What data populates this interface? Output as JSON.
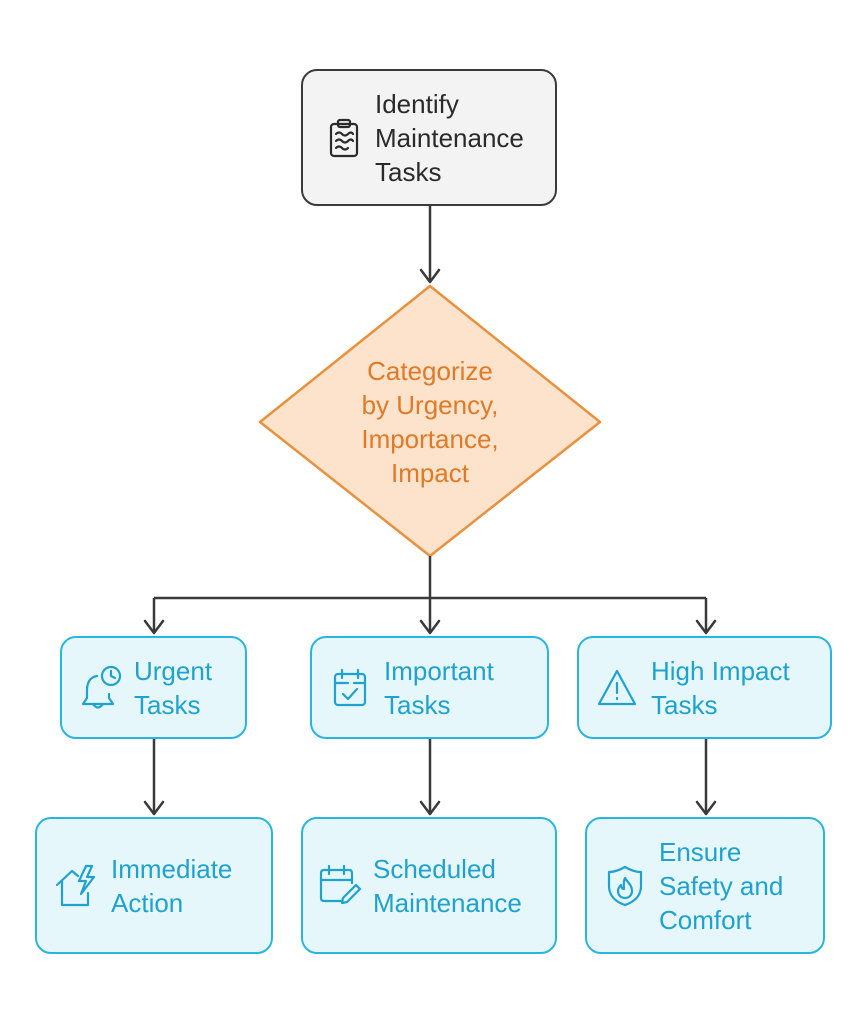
{
  "colors": {
    "gray_fill": "#f3f3f3",
    "gray_stroke": "#3a3a3a",
    "blue_fill": "#e6f7fc",
    "blue_stroke": "#29b5e0",
    "blue_text": "#1fa2cf",
    "orange_fill": "#fde3cc",
    "orange_stroke": "#e8913f",
    "orange_text": "#e07a26",
    "connector": "#3a3a3a"
  },
  "nodes": {
    "identify": {
      "label": "Identify\nMaintenance\nTasks",
      "icon": "clipboard-icon"
    },
    "categorize": {
      "label": "Categorize\nby Urgency,\nImportance,\nImpact"
    },
    "urgent": {
      "label": "Urgent\nTasks",
      "icon": "bell-clock-icon"
    },
    "important": {
      "label": "Important\nTasks",
      "icon": "calendar-check-icon"
    },
    "high_impact": {
      "label": "High Impact\nTasks",
      "icon": "warning-triangle-icon"
    },
    "immediate": {
      "label": "Immediate\nAction",
      "icon": "house-lightning-icon"
    },
    "scheduled": {
      "label": "Scheduled\nMaintenance",
      "icon": "calendar-edit-icon"
    },
    "safety": {
      "label": "Ensure\nSafety and\nComfort",
      "icon": "shield-flame-icon"
    }
  }
}
